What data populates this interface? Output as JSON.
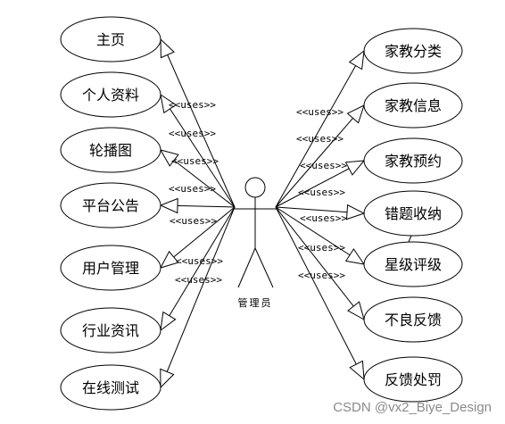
{
  "actor": {
    "name": "管理员"
  },
  "relation_label": "<<uses>>",
  "left_use_cases": [
    {
      "label": "主页"
    },
    {
      "label": "个人资料"
    },
    {
      "label": "轮播图"
    },
    {
      "label": "平台公告"
    },
    {
      "label": "用户管理"
    },
    {
      "label": "行业资讯"
    },
    {
      "label": "在线测试"
    }
  ],
  "right_use_cases": [
    {
      "label": "家教分类"
    },
    {
      "label": "家教信息"
    },
    {
      "label": "家教预约"
    },
    {
      "label": "错题收纳"
    },
    {
      "label": "星级评级"
    },
    {
      "label": "不良反馈"
    },
    {
      "label": "反馈处罚"
    }
  ],
  "watermark": "CSDN @vx2_Biye_Design"
}
